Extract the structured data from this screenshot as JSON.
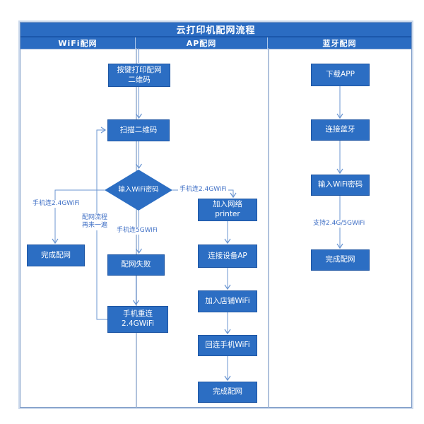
{
  "title": "云打印机配网流程",
  "lanes": [
    {
      "label": "WiFi配网"
    },
    {
      "label": "AP配网"
    },
    {
      "label": "蓝牙配网"
    }
  ],
  "wifi_flow": {
    "print_qr": {
      "line1": "按键打印配网",
      "line2": "二维码"
    },
    "scan_qr": "扫描二维码",
    "enter_password": "输入WiFi密码",
    "complete": "完成配网",
    "fail": "配网失败",
    "reconnect": {
      "line1": "手机重连",
      "line2": "2.4GWiFi"
    },
    "label_24g_left": "手机连2.4GWiFi",
    "label_24g_right": "手机连2.4GWiFi",
    "label_5g": "手机连5GWiFi",
    "label_retry": {
      "line1": "配网流程",
      "line2": "再来一遍"
    }
  },
  "ap_flow": {
    "join_printer": {
      "line1": "加入网络",
      "line2": "printer"
    },
    "connect_device_ap": "连接设备AP",
    "join_shop_wifi": "加入店铺WiFi",
    "reconnect_phone_wifi": "回连手机WiFi",
    "complete": "完成配网"
  },
  "bt_flow": {
    "download_app": "下载APP",
    "connect_bluetooth": "连接蓝牙",
    "enter_password": "输入WiFi密码",
    "label_support": "支持2.4G/5GWiFi",
    "complete": "完成配网"
  },
  "colors": {
    "node_fill": "#2c6ec3",
    "node_border": "#1d55a3",
    "header_fill": "#2b6cc2",
    "header_separator": "#1b57ab",
    "connector": "#6b96d2",
    "label_text": "#3f6fc5",
    "lane_divider": "#8fa9cd",
    "table_border": "#7e9cc7"
  }
}
